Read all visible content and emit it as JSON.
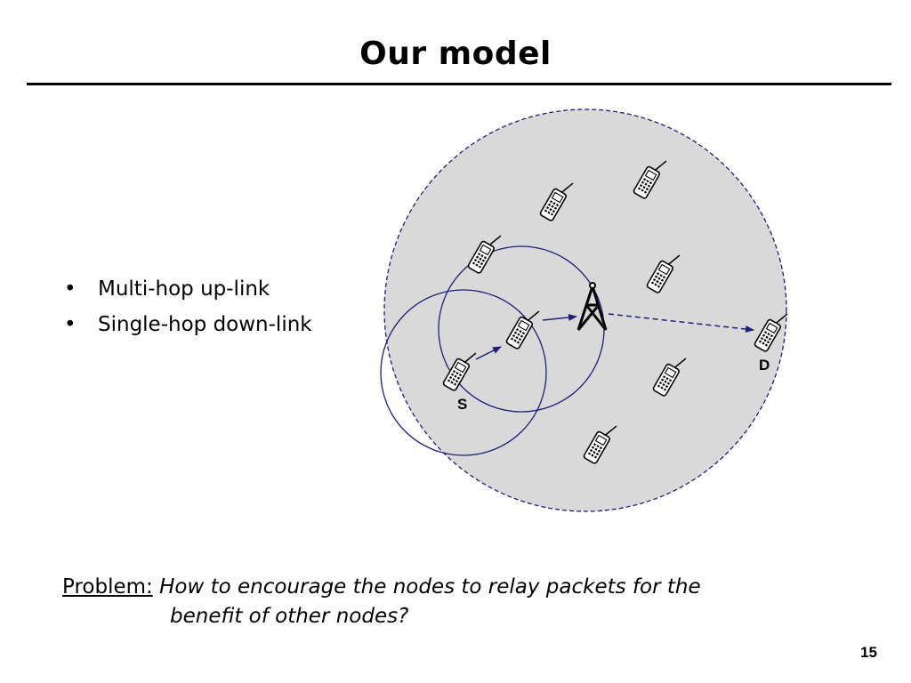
{
  "slide": {
    "title": "Our model",
    "page_number": "15"
  },
  "bullets": [
    {
      "text": "Multi-hop up-link"
    },
    {
      "text": "Single-hop down-link"
    }
  ],
  "problem": {
    "label": "Problem:",
    "question_line1": "How to encourage the nodes to relay packets for the",
    "question_line2": "benefit of other nodes?"
  },
  "diagram": {
    "source_label": "S",
    "destination_label": "D",
    "colors": {
      "cell_fill": "#d9d9d9",
      "range_circle": "#1f1f7a",
      "arrow": "#1f1f7a",
      "phone_fill": "#ffffff",
      "phone_stroke": "#000000"
    },
    "icons": {
      "node": "mobile-phone-icon",
      "base_station": "antenna-tower-icon"
    }
  }
}
